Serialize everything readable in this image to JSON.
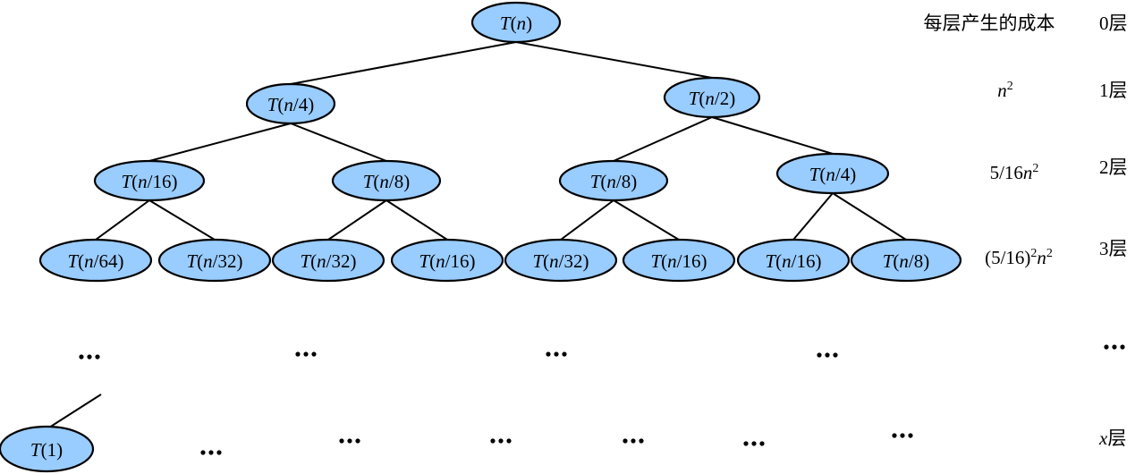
{
  "nodes": [
    {
      "id": "root",
      "label": "T(n)",
      "level": 0
    },
    {
      "id": "l1a",
      "label": "T(n/4)",
      "level": 1
    },
    {
      "id": "l1b",
      "label": "T(n/2)",
      "level": 1
    },
    {
      "id": "l2a",
      "label": "T(n/16)",
      "level": 2
    },
    {
      "id": "l2b",
      "label": "T(n/8)",
      "level": 2
    },
    {
      "id": "l2c",
      "label": "T(n/8)",
      "level": 2
    },
    {
      "id": "l2d",
      "label": "T(n/4)",
      "level": 2
    },
    {
      "id": "l3a",
      "label": "T(n/64)",
      "level": 3
    },
    {
      "id": "l3b",
      "label": "T(n/32)",
      "level": 3
    },
    {
      "id": "l3c",
      "label": "T(n/32)",
      "level": 3
    },
    {
      "id": "l3d",
      "label": "T(n/16)",
      "level": 3
    },
    {
      "id": "l3e",
      "label": "T(n/32)",
      "level": 3
    },
    {
      "id": "l3f",
      "label": "T(n/16)",
      "level": 3
    },
    {
      "id": "l3g",
      "label": "T(n/16)",
      "level": 3
    },
    {
      "id": "l3h",
      "label": "T(n/8)",
      "level": 3
    },
    {
      "id": "leaf",
      "label": "T(1)",
      "level": "x"
    }
  ],
  "edges": [
    [
      "root",
      "l1a"
    ],
    [
      "root",
      "l1b"
    ],
    [
      "l1a",
      "l2a"
    ],
    [
      "l1a",
      "l2b"
    ],
    [
      "l1b",
      "l2c"
    ],
    [
      "l1b",
      "l2d"
    ],
    [
      "l2a",
      "l3a"
    ],
    [
      "l2a",
      "l3b"
    ],
    [
      "l2b",
      "l3c"
    ],
    [
      "l2b",
      "l3d"
    ],
    [
      "l2c",
      "l3e"
    ],
    [
      "l2c",
      "l3f"
    ],
    [
      "l2d",
      "l3g"
    ],
    [
      "l2d",
      "l3h"
    ]
  ],
  "cost_header": "每层产生的成本",
  "costs": [
    {
      "level": 1,
      "text": "n²"
    },
    {
      "level": 2,
      "text": "5/16n²"
    },
    {
      "level": 3,
      "text": "(5/16)²n²"
    },
    {
      "level": "ellipsis",
      "text": "…"
    }
  ],
  "level_labels": [
    "0层",
    "1层",
    "2层",
    "3层",
    "x层"
  ],
  "ellipsis": "…"
}
